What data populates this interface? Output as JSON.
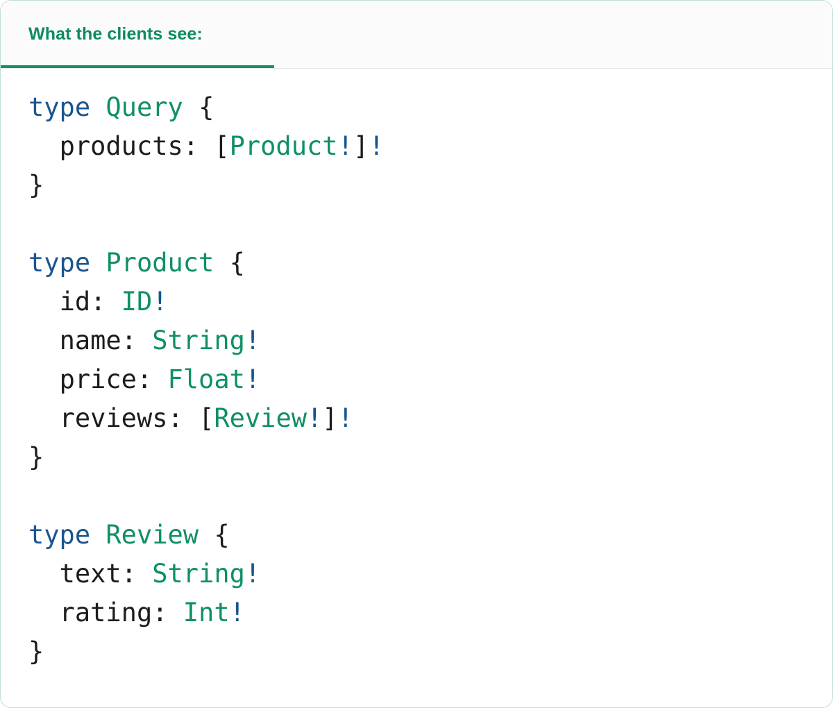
{
  "card": {
    "border_color": "#bfe0cf",
    "background": "#ffffff"
  },
  "header": {
    "tab_label": "What the clients see:",
    "accent_color": "#11926a",
    "text_color": "#0e8a63",
    "background": "#fbfbfb",
    "divider_color": "#e6e6e6"
  },
  "syntax_colors": {
    "keyword": "#1a5590",
    "type_name": "#0f8f68",
    "field_name": "#1c1c1c",
    "punctuation": "#1c1c1c",
    "non_null_bang": "#14558f"
  },
  "code": {
    "language": "graphql",
    "lines": [
      {
        "indent": 0,
        "tokens": [
          {
            "text": "type",
            "kind": "kw"
          },
          {
            "text": " ",
            "kind": "plain"
          },
          {
            "text": "Query",
            "kind": "type"
          },
          {
            "text": " ",
            "kind": "plain"
          },
          {
            "text": "{",
            "kind": "punct"
          }
        ]
      },
      {
        "indent": 1,
        "tokens": [
          {
            "text": "products:",
            "kind": "field"
          },
          {
            "text": " ",
            "kind": "plain"
          },
          {
            "text": "[",
            "kind": "punct"
          },
          {
            "text": "Product",
            "kind": "type"
          },
          {
            "text": "!",
            "kind": "bang"
          },
          {
            "text": "]",
            "kind": "punct"
          },
          {
            "text": "!",
            "kind": "bang"
          }
        ]
      },
      {
        "indent": 0,
        "tokens": [
          {
            "text": "}",
            "kind": "punct"
          }
        ]
      },
      {
        "indent": 0,
        "tokens": []
      },
      {
        "indent": 0,
        "tokens": [
          {
            "text": "type",
            "kind": "kw"
          },
          {
            "text": " ",
            "kind": "plain"
          },
          {
            "text": "Product",
            "kind": "type"
          },
          {
            "text": " ",
            "kind": "plain"
          },
          {
            "text": "{",
            "kind": "punct"
          }
        ]
      },
      {
        "indent": 1,
        "tokens": [
          {
            "text": "id:",
            "kind": "field"
          },
          {
            "text": " ",
            "kind": "plain"
          },
          {
            "text": "ID",
            "kind": "type"
          },
          {
            "text": "!",
            "kind": "bang"
          }
        ]
      },
      {
        "indent": 1,
        "tokens": [
          {
            "text": "name:",
            "kind": "field"
          },
          {
            "text": " ",
            "kind": "plain"
          },
          {
            "text": "String",
            "kind": "type"
          },
          {
            "text": "!",
            "kind": "bang"
          }
        ]
      },
      {
        "indent": 1,
        "tokens": [
          {
            "text": "price:",
            "kind": "field"
          },
          {
            "text": " ",
            "kind": "plain"
          },
          {
            "text": "Float",
            "kind": "type"
          },
          {
            "text": "!",
            "kind": "bang"
          }
        ]
      },
      {
        "indent": 1,
        "tokens": [
          {
            "text": "reviews:",
            "kind": "field"
          },
          {
            "text": " ",
            "kind": "plain"
          },
          {
            "text": "[",
            "kind": "punct"
          },
          {
            "text": "Review",
            "kind": "type"
          },
          {
            "text": "!",
            "kind": "bang"
          },
          {
            "text": "]",
            "kind": "punct"
          },
          {
            "text": "!",
            "kind": "bang"
          }
        ]
      },
      {
        "indent": 0,
        "tokens": [
          {
            "text": "}",
            "kind": "punct"
          }
        ]
      },
      {
        "indent": 0,
        "tokens": []
      },
      {
        "indent": 0,
        "tokens": [
          {
            "text": "type",
            "kind": "kw"
          },
          {
            "text": " ",
            "kind": "plain"
          },
          {
            "text": "Review",
            "kind": "type"
          },
          {
            "text": " ",
            "kind": "plain"
          },
          {
            "text": "{",
            "kind": "punct"
          }
        ]
      },
      {
        "indent": 1,
        "tokens": [
          {
            "text": "text:",
            "kind": "field"
          },
          {
            "text": " ",
            "kind": "plain"
          },
          {
            "text": "String",
            "kind": "type"
          },
          {
            "text": "!",
            "kind": "bang"
          }
        ]
      },
      {
        "indent": 1,
        "tokens": [
          {
            "text": "rating:",
            "kind": "field"
          },
          {
            "text": " ",
            "kind": "plain"
          },
          {
            "text": "Int",
            "kind": "type"
          },
          {
            "text": "!",
            "kind": "bang"
          }
        ]
      },
      {
        "indent": 0,
        "tokens": [
          {
            "text": "}",
            "kind": "punct"
          }
        ]
      }
    ]
  }
}
